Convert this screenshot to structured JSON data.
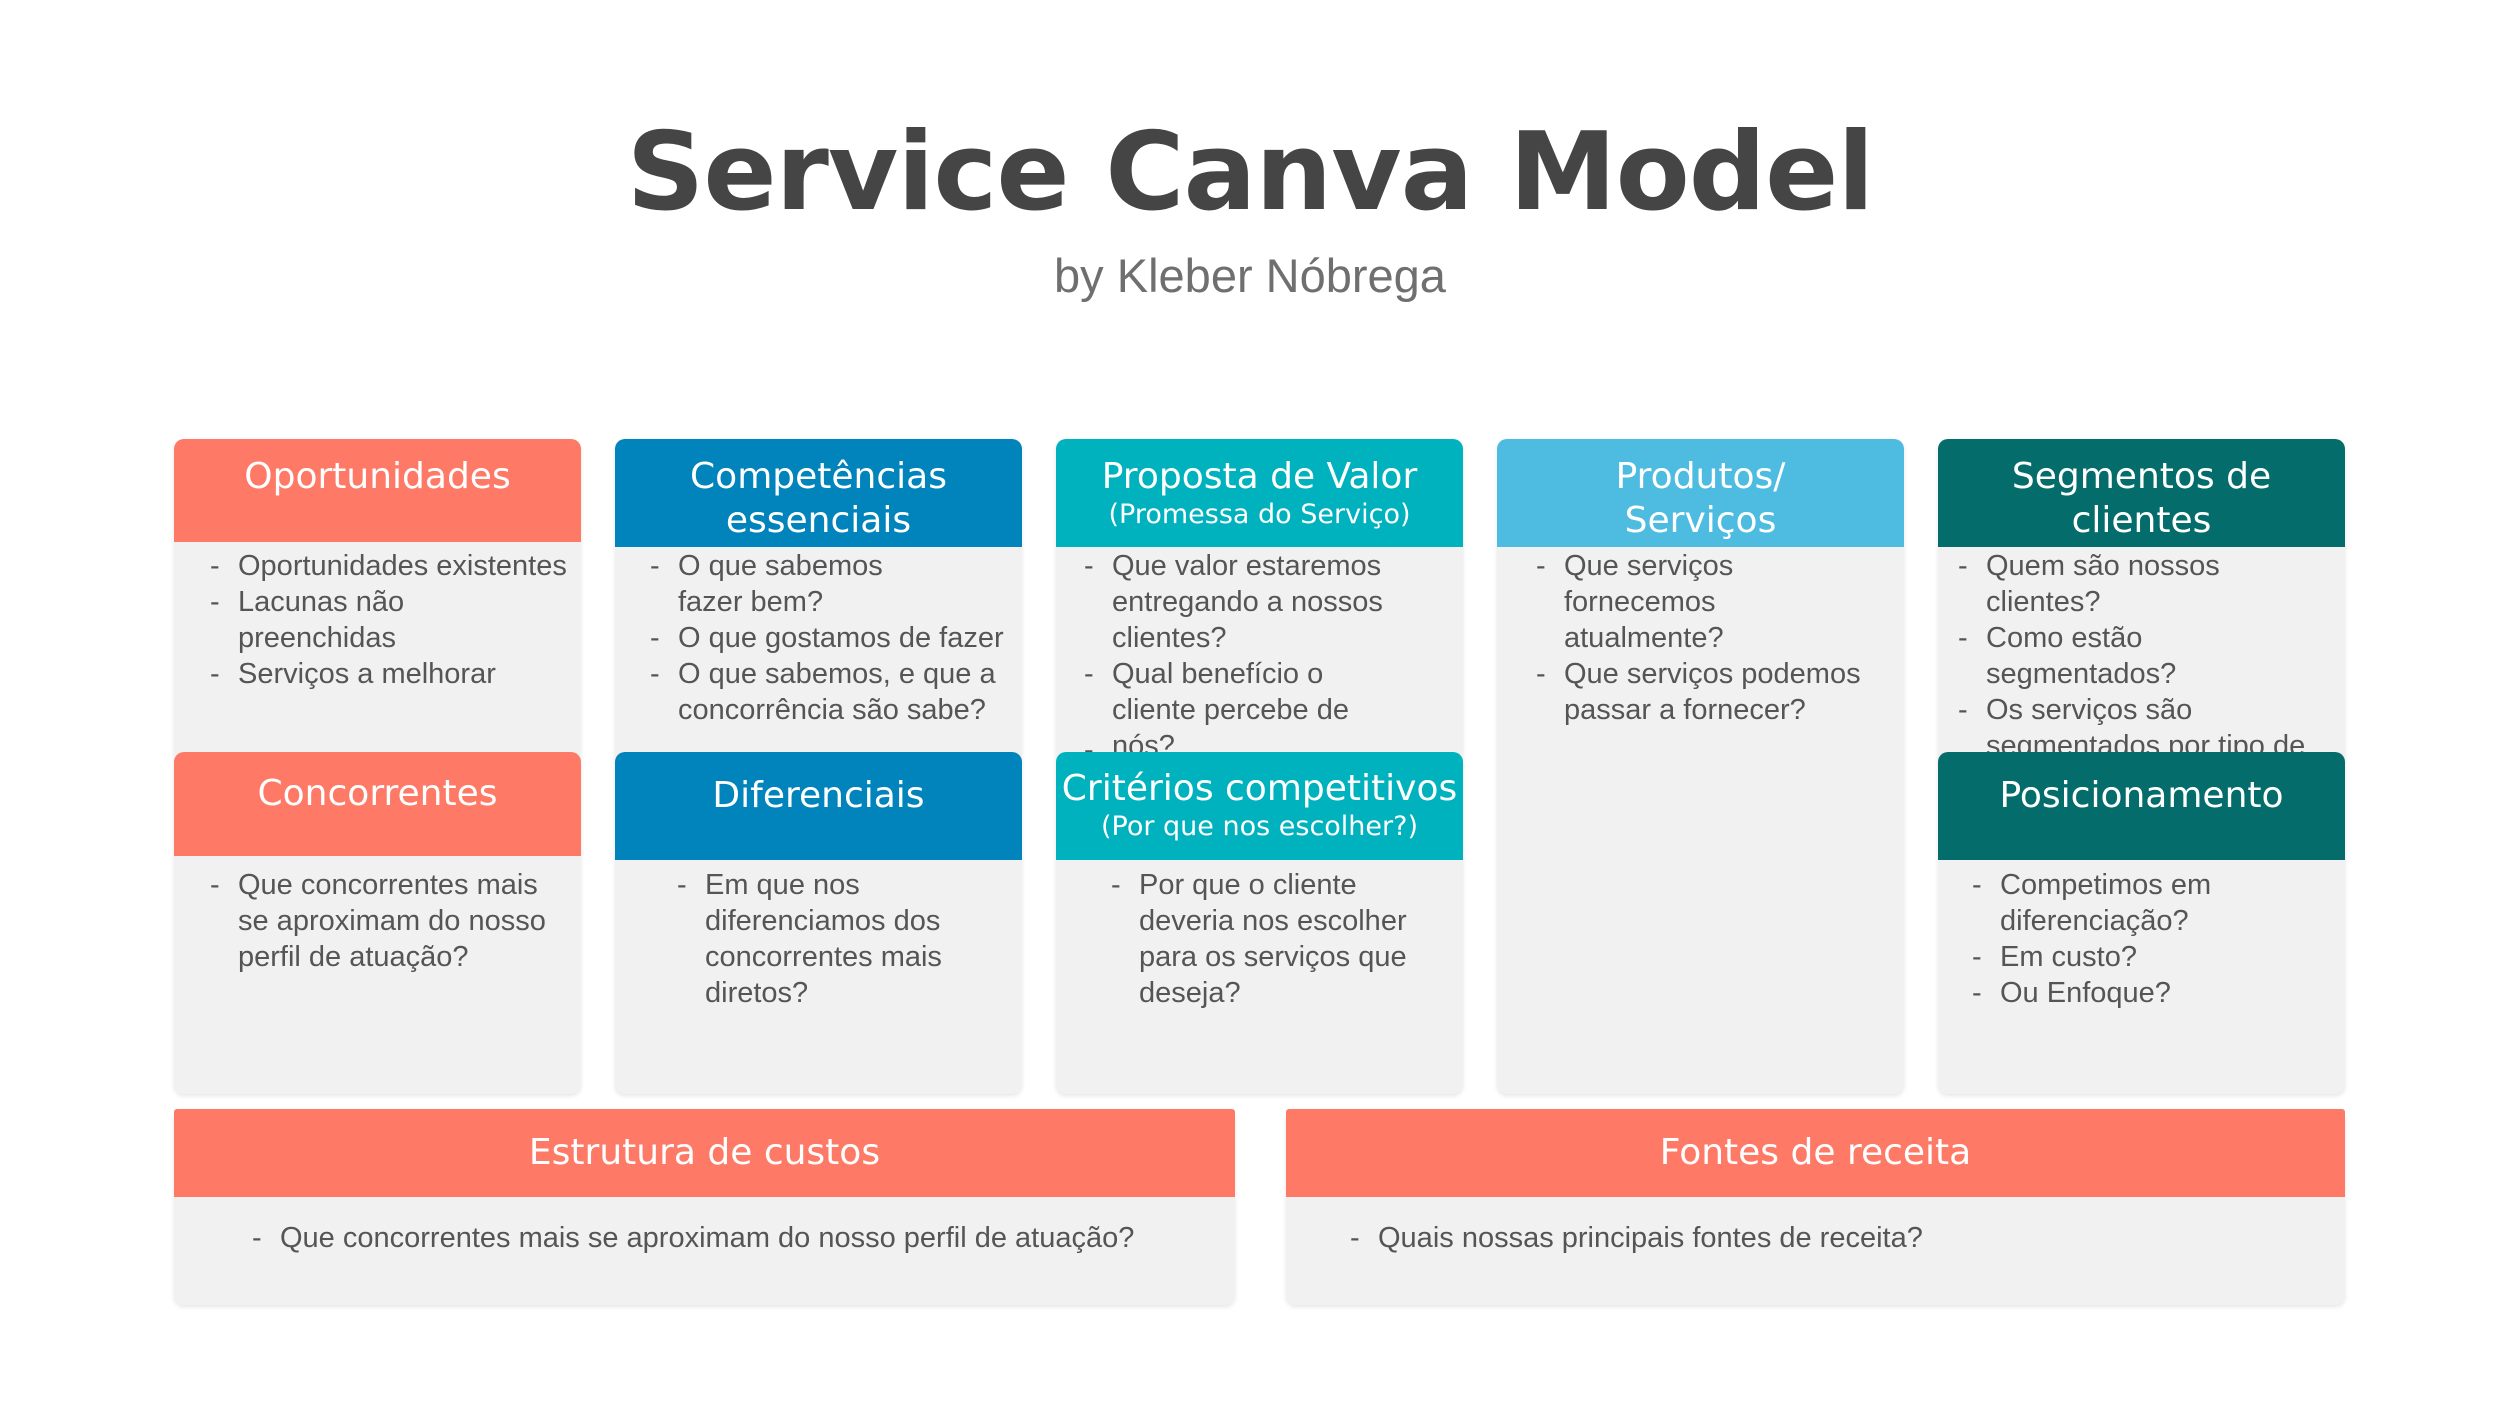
{
  "title": "Service Canva Model",
  "subtitle": "by Kleber Nóbrega",
  "colors": {
    "coral": "#fe7966",
    "blue": "#0183bb",
    "teal": "#00b1be",
    "light_blue": "#4ebbe1",
    "dark_teal": "#046d6c",
    "card_bg": "#f1f1f1"
  },
  "sections": {
    "oportunidades": {
      "title": "Oportunidades",
      "items": [
        "Oportunidades existentes",
        "Lacunas não preenchidas",
        "Serviços a melhorar"
      ]
    },
    "competencias": {
      "title": "Competências essenciais",
      "items": [
        "O que sabemos fazer bem?",
        "O que gostamos de fazer",
        "O que sabemos, e que a concorrência são sabe?"
      ]
    },
    "proposta": {
      "title": "Proposta de Valor",
      "subtitle": "(Promessa do Serviço)",
      "items": [
        "Que valor estaremos entregando a nossos clientes?",
        "Qual benefício o cliente percebe de nós?"
      ],
      "trailing_dash": "-"
    },
    "produtos": {
      "title": "Produtos/ Serviços",
      "items": [
        "Que serviços fornecemos atualmente?",
        "Que serviços podemos passar a fornecer?"
      ]
    },
    "segmentos": {
      "title": "Segmentos de clientes",
      "items": [
        "Quem são nossos clientes?",
        "Como estão segmentados?",
        "Os serviços são segmentados por tipo de cliente?"
      ]
    },
    "concorrentes": {
      "title": "Concorrentes",
      "items": [
        "Que concorrentes mais se aproximam do nosso perfil de atuação?"
      ]
    },
    "diferenciais": {
      "title": "Diferenciais",
      "items": [
        "Em que nos diferenciamos dos concorrentes mais diretos?"
      ]
    },
    "criterios": {
      "title": "Critérios competitivos",
      "subtitle": "(Por que nos escolher?)",
      "items": [
        "Por que o cliente deveria nos escolher para os serviços que deseja?"
      ]
    },
    "posicionamento": {
      "title": "Posicionamento",
      "items": [
        "Competimos em diferenciação?",
        "Em custo?",
        "Ou Enfoque?"
      ]
    },
    "custos": {
      "title": "Estrutura de custos",
      "items": [
        "Que concorrentes mais se aproximam do nosso perfil de atuação?"
      ]
    },
    "receita": {
      "title": "Fontes de receita",
      "items": [
        "Quais nossas principais fontes de receita?"
      ]
    }
  }
}
